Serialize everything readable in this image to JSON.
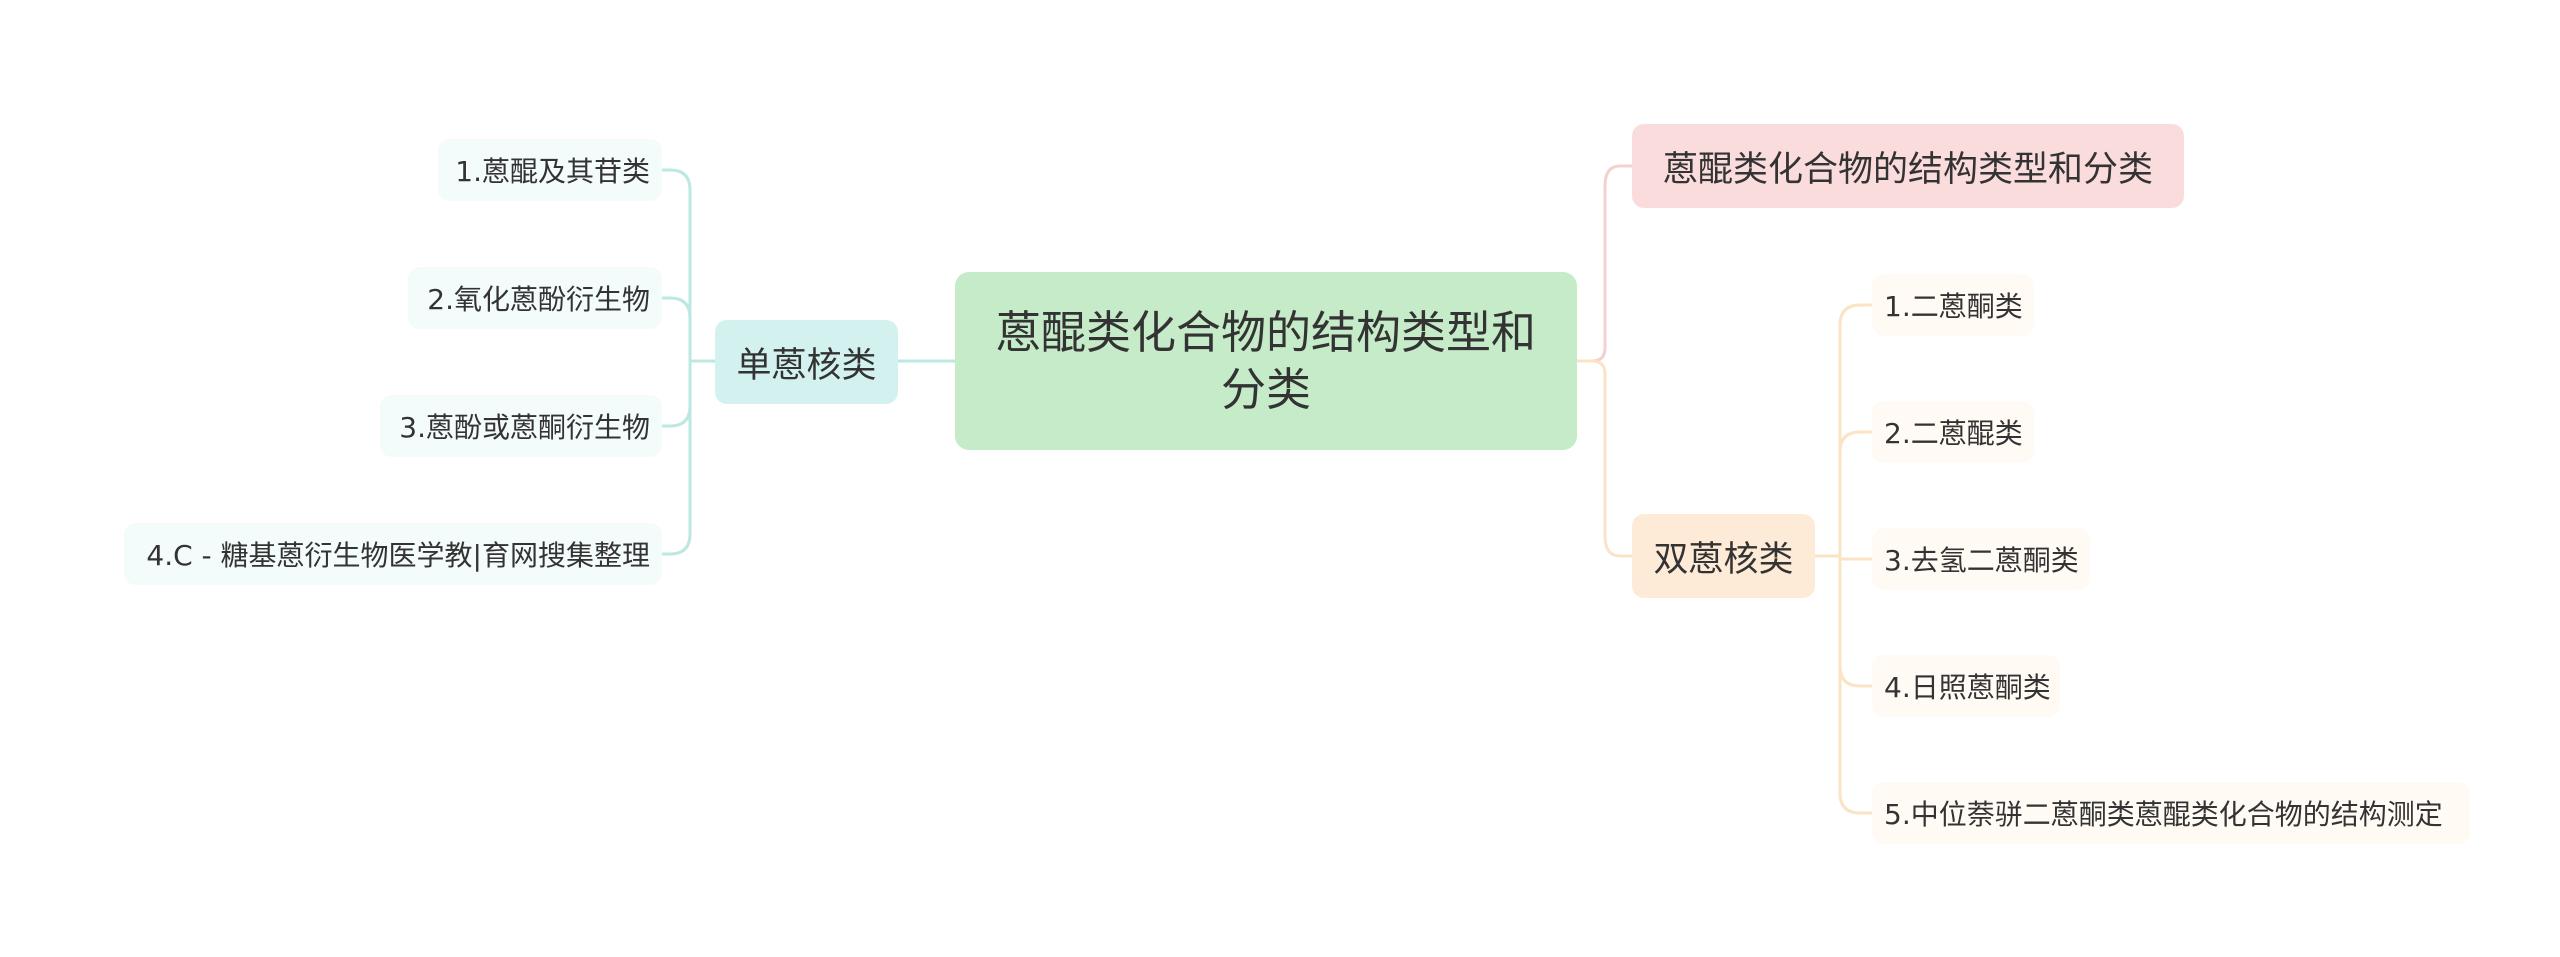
{
  "root": {
    "label": "蒽醌类化合物的结构类型和分类"
  },
  "top_branch": {
    "label": "蒽醌类化合物的结构类型和分类"
  },
  "left_branch": {
    "label": "单蒽核类",
    "items": [
      "1.蒽醌及其苷类",
      "2.氧化蒽酚衍生物",
      "3.蒽酚或蒽酮衍生物",
      "4.C - 糖基蒽衍生物医学教|育网搜集整理"
    ]
  },
  "right_branch": {
    "label": "双蒽核类",
    "items": [
      "1.二蒽酮类",
      "2.二蒽醌类",
      "3.去氢二蒽酮类",
      "4.日照蒽酮类",
      "5.中位萘骈二蒽酮类蒽醌类化合物的结构测定"
    ]
  },
  "colors": {
    "root_fill": "#c5ebc8",
    "left_branch_fill": "#d3f2ef",
    "left_line": "#bde8e2",
    "right_branch_fill": "#fdebd7",
    "right_line": "#fbe3c6",
    "top_branch_fill": "#fbdcdc",
    "top_line": "#f6cfcf"
  }
}
